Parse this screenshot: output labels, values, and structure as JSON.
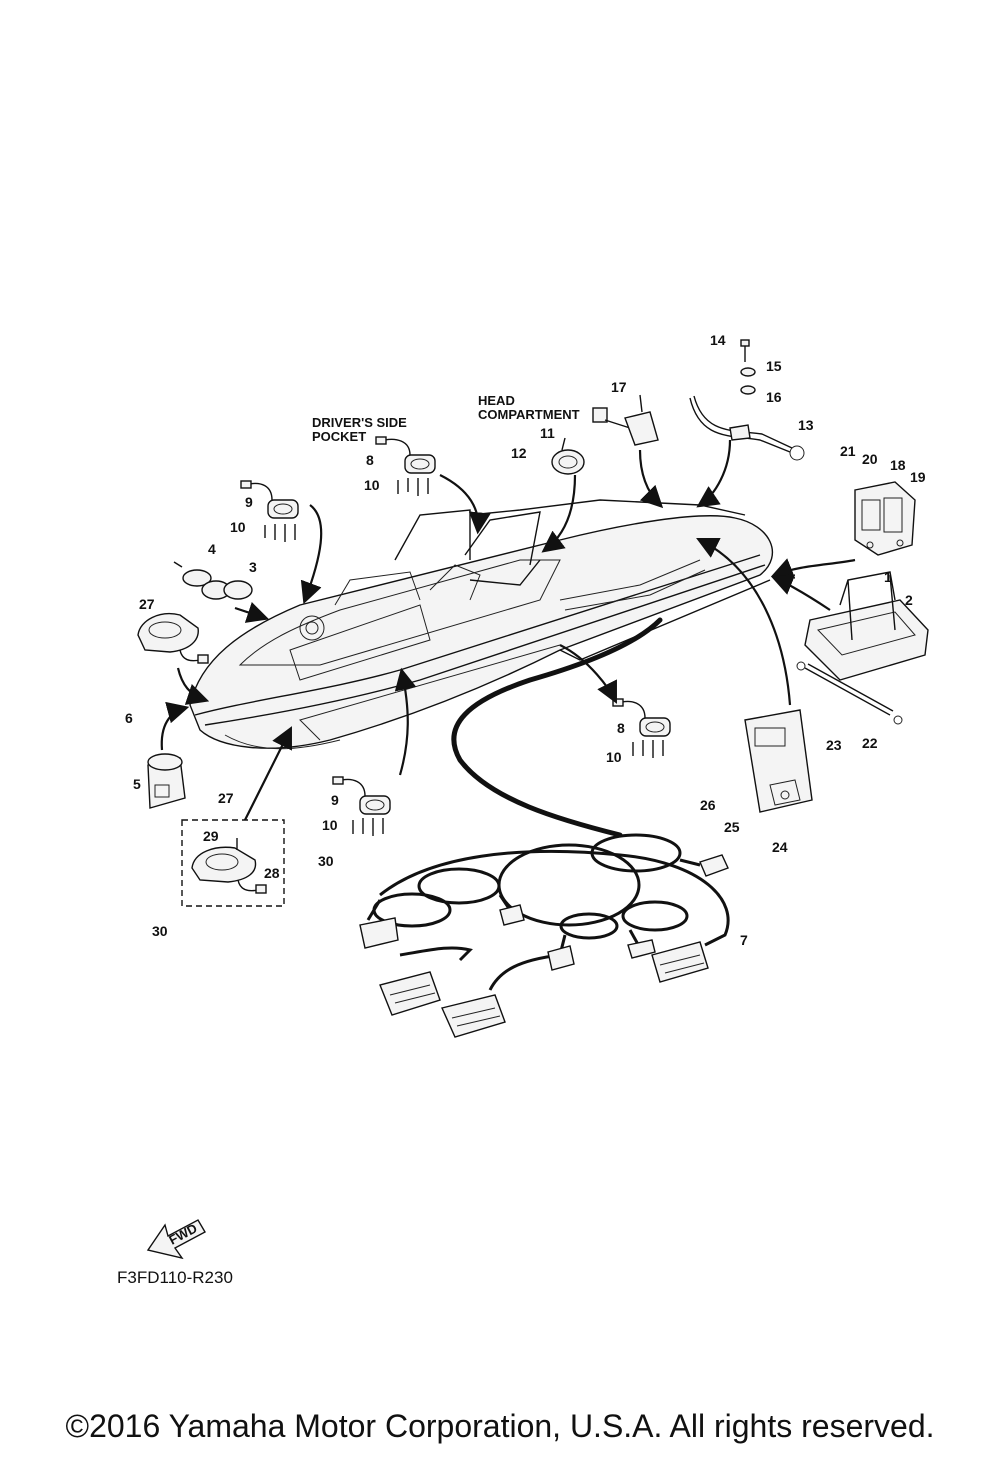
{
  "captions": {
    "drivers_side_1": "DRIVER'S SIDE",
    "drivers_side_2": "POCKET",
    "head_1": "HEAD",
    "head_2": "COMPARTMENT"
  },
  "callouts": [
    "14",
    "15",
    "16",
    "17",
    "13",
    "21",
    "20",
    "18",
    "19",
    "1",
    "2",
    "22",
    "23",
    "24",
    "25",
    "26",
    "11",
    "12",
    "8",
    "10",
    "9",
    "10",
    "4",
    "3",
    "27",
    "6",
    "5",
    "8",
    "10",
    "9",
    "10",
    "27",
    "29",
    "28",
    "30",
    "30",
    "7"
  ],
  "fwd_label": "FWD",
  "drawing_code": "F3FD110-R230",
  "copyright": "©2016 Yamaha Motor Corporation, U.S.A. All rights reserved."
}
